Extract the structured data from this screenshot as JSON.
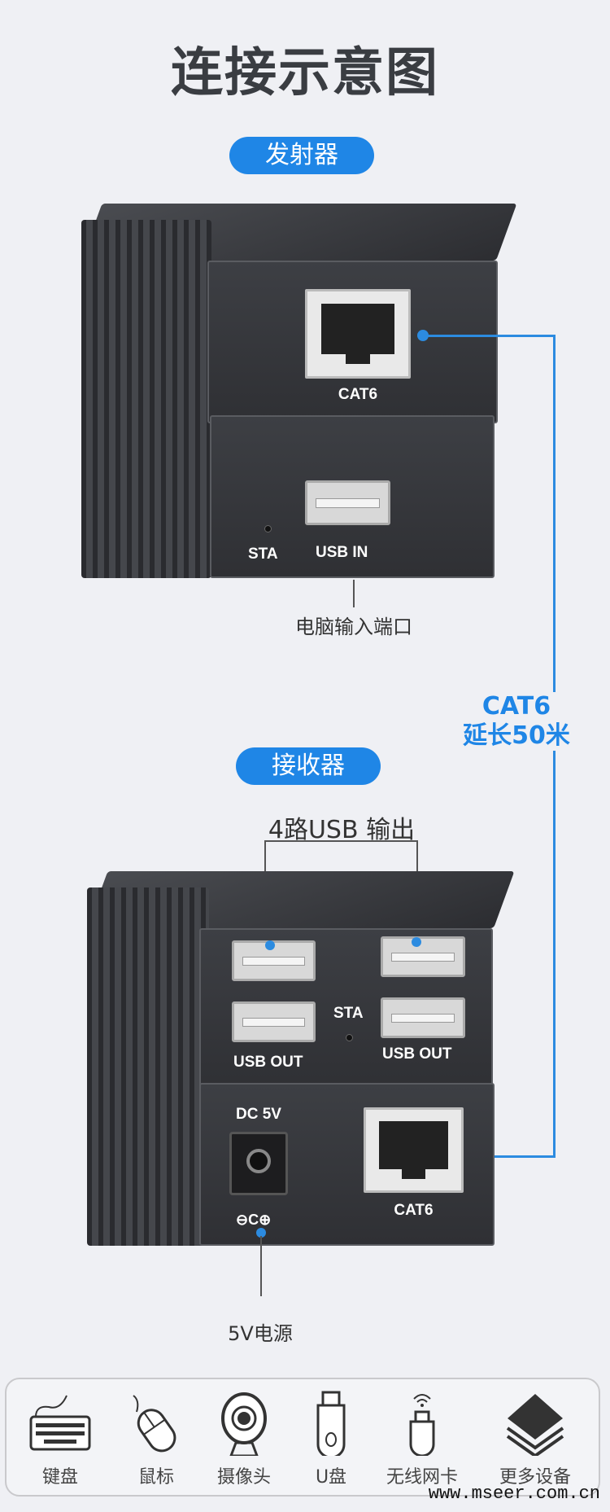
{
  "title": "连接示意图",
  "transmitter": {
    "badge": "发射器",
    "port_label": "CAT6",
    "sta_label": "STA",
    "usb_label": "USB IN",
    "caption": "电脑输入端口"
  },
  "cable": {
    "type": "CAT6",
    "length": "延长50米",
    "color": "#2c8be0"
  },
  "receiver": {
    "badge": "接收器",
    "usb_caption": "4路USB 输出",
    "sta_label": "STA",
    "usb_out_left": "USB OUT",
    "usb_out_right": "USB OUT",
    "dc_label": "DC 5V",
    "port_label": "CAT6",
    "power_caption": "5V电源"
  },
  "devices": [
    {
      "icon": "keyboard-icon",
      "label": "键盘"
    },
    {
      "icon": "mouse-icon",
      "label": "鼠标"
    },
    {
      "icon": "webcam-icon",
      "label": "摄像头"
    },
    {
      "icon": "usb-drive-icon",
      "label": "U盘"
    },
    {
      "icon": "wireless-adapter-icon",
      "label": "无线网卡"
    },
    {
      "icon": "layers-icon",
      "label": "更多设备"
    }
  ],
  "watermark": "www.mseer.com.cn"
}
